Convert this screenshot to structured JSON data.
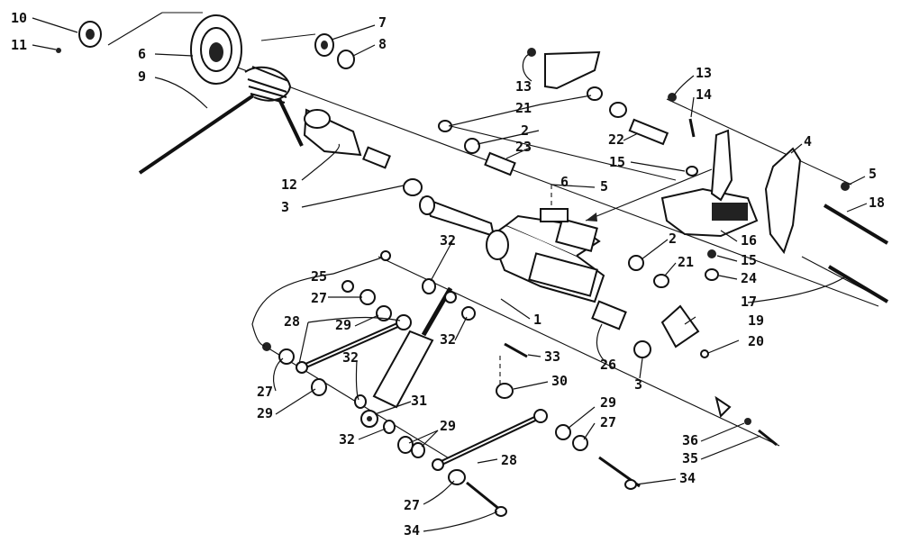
{
  "diagram": {
    "labels": [
      "10",
      "11",
      "6",
      "9",
      "7",
      "8",
      "13",
      "21",
      "2",
      "23",
      "12",
      "3",
      "22",
      "15",
      "5",
      "13",
      "14",
      "4",
      "5",
      "18",
      "6",
      "16",
      "15",
      "24",
      "17",
      "2",
      "21",
      "32",
      "25",
      "27",
      "28",
      "29",
      "32",
      "1",
      "19",
      "20",
      "33",
      "26",
      "3",
      "32",
      "30",
      "29",
      "27",
      "27",
      "29",
      "31",
      "32",
      "29",
      "36",
      "35",
      "28",
      "34",
      "27",
      "34"
    ]
  }
}
